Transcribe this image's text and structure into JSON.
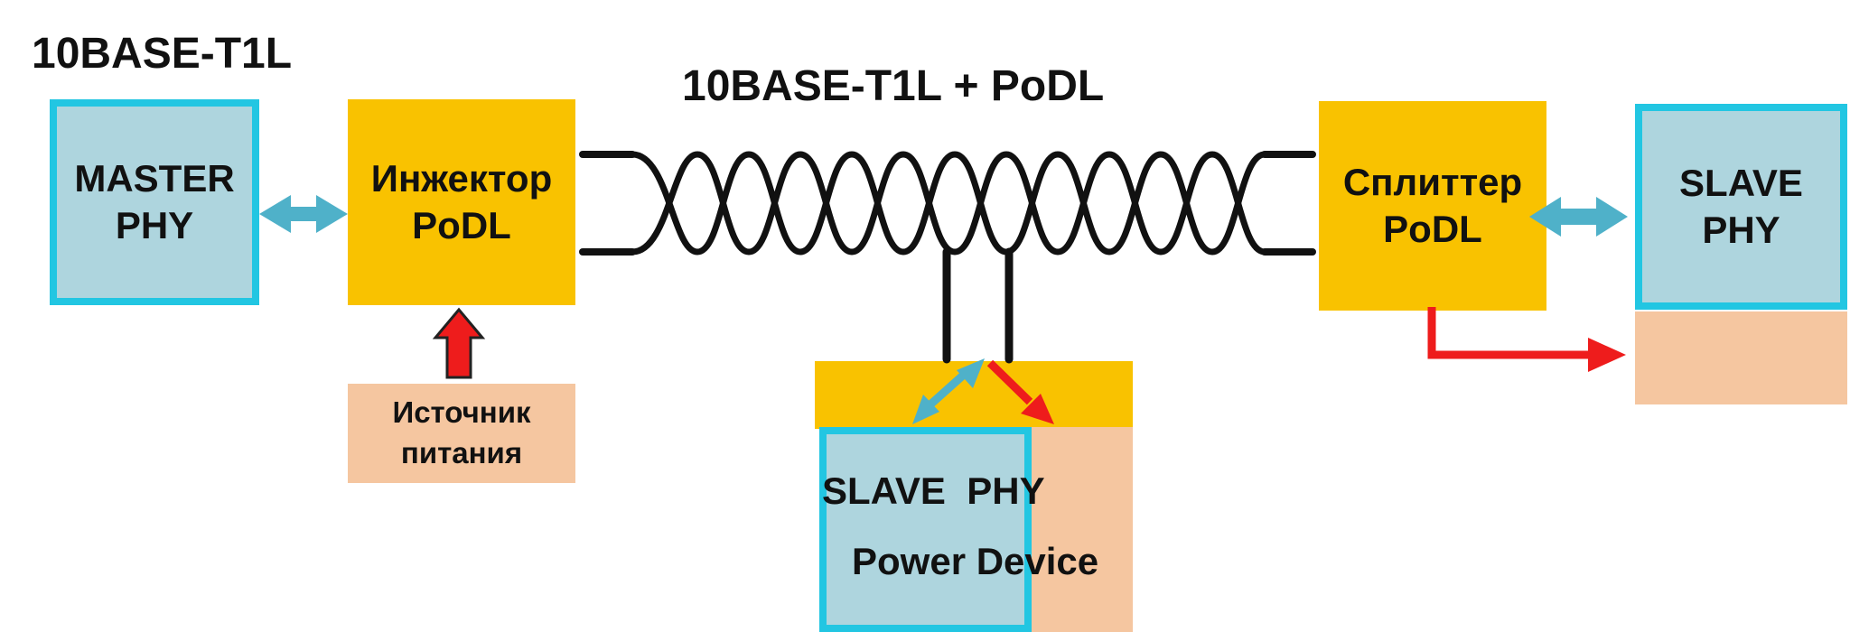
{
  "titles": {
    "left": "10BASE-T1L",
    "center": "10BASE-T1L +  PoDL"
  },
  "master_phy": {
    "line1": "MASTER",
    "line2": "PHY"
  },
  "injector": {
    "line1": "Инжектор",
    "line2": "PoDL"
  },
  "power_source": {
    "line1": "Источник",
    "line2": "питания"
  },
  "splitter": {
    "line1": "Сплиттер",
    "line2": "PoDL"
  },
  "slave_phy_right": {
    "line1": "SLAVE",
    "line2": "PHY"
  },
  "slave_pd": {
    "phy": "SLAVE  PHY",
    "device": "Power Device"
  },
  "colors": {
    "phy_fill": "#aed5de",
    "phy_border": "#22c6e2",
    "podl_fill": "#f9c200",
    "power_fill": "#f5c6a0",
    "data_arrow": "#4fb1c9",
    "power_arrow": "#ee1c1c",
    "cable": "#111111"
  }
}
